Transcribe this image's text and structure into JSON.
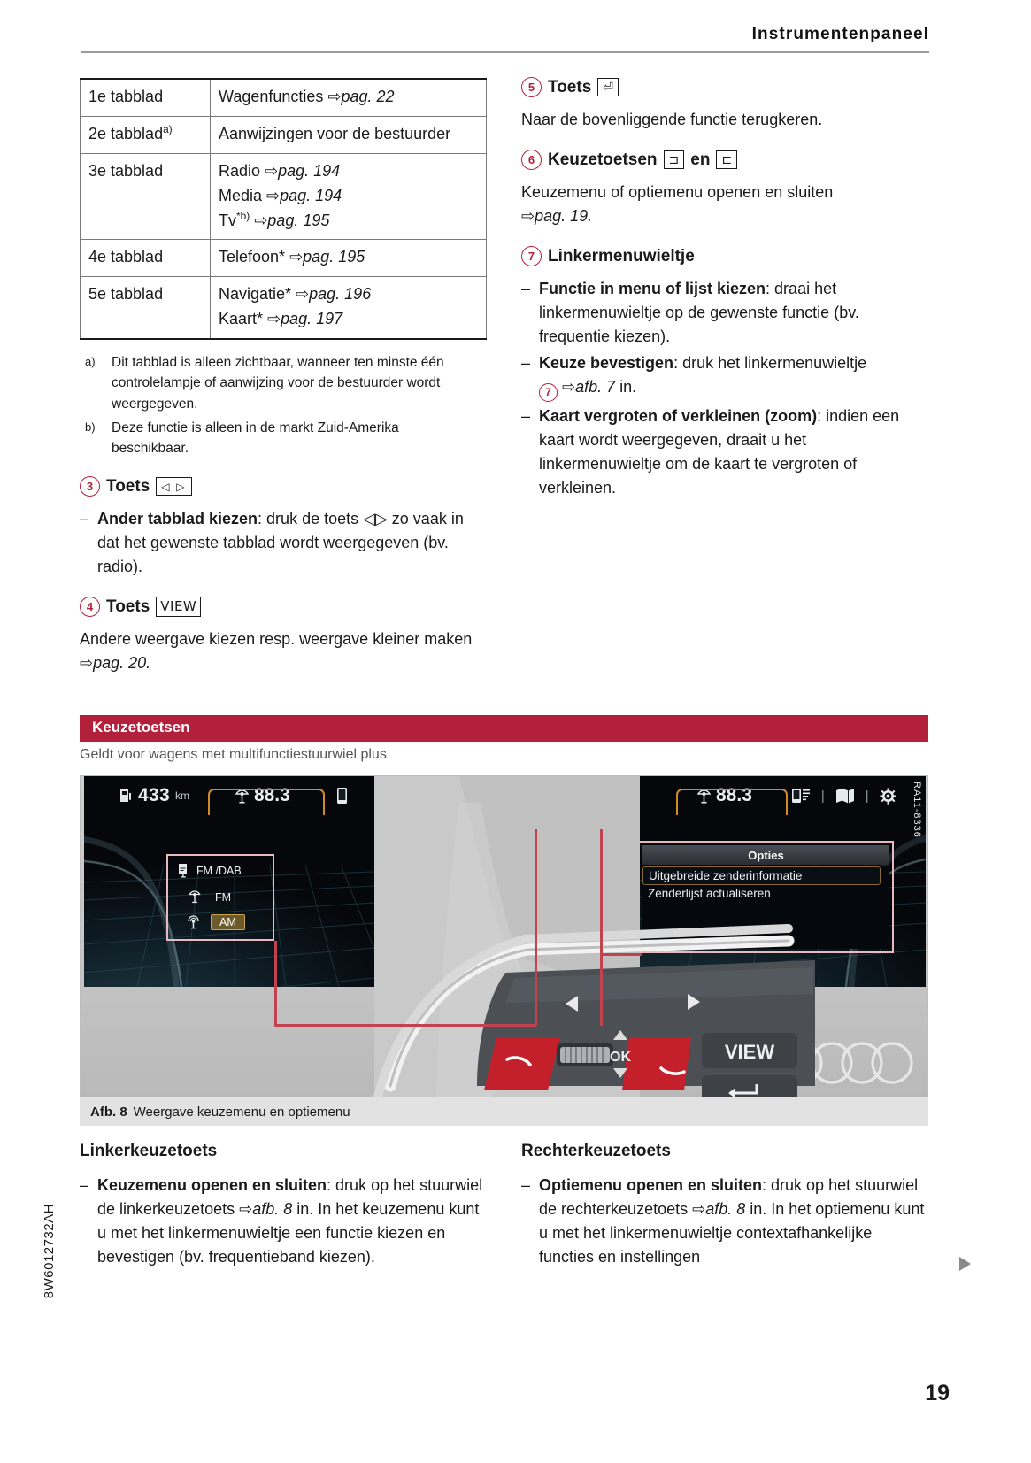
{
  "header": {
    "title": "Instrumentenpaneel"
  },
  "table": {
    "rows": [
      {
        "tab": "1e tabblad",
        "tab_sup": "",
        "entries": [
          {
            "text": "Wagenfuncties ",
            "ref": "pag. 22"
          }
        ]
      },
      {
        "tab": "2e tabblad",
        "tab_sup": "a)",
        "entries": [
          {
            "text": "Aanwijzingen voor de bestuurder",
            "ref": ""
          }
        ]
      },
      {
        "tab": "3e tabblad",
        "tab_sup": "",
        "entries": [
          {
            "text": "Radio ",
            "ref": "pag. 194"
          },
          {
            "text": "Media ",
            "ref": "pag. 194"
          },
          {
            "text": "Tv*b) ",
            "ref": "pag. 195"
          }
        ]
      },
      {
        "tab": "4e tabblad",
        "tab_sup": "",
        "entries": [
          {
            "text": "Telefoon* ",
            "ref": "pag. 195"
          }
        ]
      },
      {
        "tab": "5e tabblad",
        "tab_sup": "",
        "entries": [
          {
            "text": "Navigatie* ",
            "ref": "pag. 196"
          },
          {
            "text": "Kaart* ",
            "ref": "pag. 197"
          }
        ]
      }
    ]
  },
  "footnotes": [
    {
      "mark": "a)",
      "text": "Dit tabblad is alleen zichtbaar, wanneer ten minste één controlelampje of aanwijzing voor de bestuurder wordt weergegeven."
    },
    {
      "mark": "b)",
      "text": "Deze functie is alleen in de markt Zuid-Amerika beschikbaar."
    }
  ],
  "items": {
    "three": {
      "num": "3",
      "label": "Toets",
      "key": "◁ ▷",
      "bullets": [
        {
          "bold": "Ander tabblad kiezen",
          "rest": ": druk de toets ◁▷ zo vaak in dat het gewenste tabblad wordt weergegeven (bv. radio)."
        }
      ]
    },
    "four": {
      "num": "4",
      "label": "Toets",
      "key": "VIEW",
      "text": "Andere weergave kiezen resp. weergave kleiner maken ",
      "ref": "pag. 20."
    },
    "five": {
      "num": "5",
      "label": "Toets",
      "key": "⏎",
      "text": "Naar de bovenliggende functie terugkeren."
    },
    "six": {
      "num": "6",
      "label": "Keuzetoetsen",
      "key_left": "⊐",
      "conj": "en",
      "key_right": "⊏",
      "text": "Keuzemenu of optiemenu openen en sluiten ",
      "ref": "pag. 19."
    },
    "seven": {
      "num": "7",
      "label": "Linkermenuwieltje",
      "bullets": [
        {
          "bold": "Functie in menu of lijst kiezen",
          "rest": ": draai het linkermenuwieltje op de gewenste functie (bv. frequentie kiezen)."
        },
        {
          "bold": "Keuze bevestigen",
          "rest": ": druk het linkermenuwieltje",
          "circle": "7",
          "ref": "afb. 7",
          "tail": " in."
        },
        {
          "bold": "Kaart vergroten of verkleinen (zoom)",
          "rest": ": indien een kaart wordt weergegeven, draait u het linkermenuwieltje om de kaart te vergroten of verkleinen."
        }
      ]
    }
  },
  "section": {
    "band_title": "Keuzetoetsen",
    "band_color": "#b3203b",
    "subtitle": "Geldt voor wagens met multifunctiestuurwiel plus"
  },
  "figure": {
    "caption_label": "Afb. 8",
    "caption_text": "Weergave keuzemenu en optiemenu",
    "code": "RA11-8336",
    "left_screen": {
      "range_value": "433",
      "range_unit": "km",
      "frequency": "88.3",
      "menu_items": [
        "FM /DAB",
        "FM",
        "AM"
      ]
    },
    "right_screen": {
      "frequency": "88.3",
      "popup_title": "Opties",
      "popup_items": [
        "Uitgebreide zenderinformatie",
        "Zenderlijst actualiseren"
      ]
    },
    "wheel": {
      "view_label": "VIEW",
      "ok_label": "OK",
      "left_arrow": "◁",
      "right_arrow": "▷"
    }
  },
  "bottom": {
    "left": {
      "title": "Linkerkeuzetoets",
      "bullets": [
        {
          "bold": "Keuzemenu openen en sluiten",
          "rest": ": druk op het stuurwiel de linkerkeuzetoets ",
          "ref": "afb. 8",
          "tail": " in. In het keuzemenu kunt u met het linkermenuwieltje een functie kiezen en bevestigen (bv. frequentieband kiezen)."
        }
      ]
    },
    "right": {
      "title": "Rechterkeuzetoets",
      "bullets": [
        {
          "bold": "Optiemenu openen en sluiten",
          "rest": ": druk op het stuurwiel de rechterkeuzetoets ",
          "ref": "afb. 8",
          "tail": " in. In het optiemenu kunt u met het linkermenuwieltje contextafhankelijke functies en instellingen"
        }
      ]
    }
  },
  "footer": {
    "doc_code": "8W6012732AH",
    "page_number": "19"
  }
}
